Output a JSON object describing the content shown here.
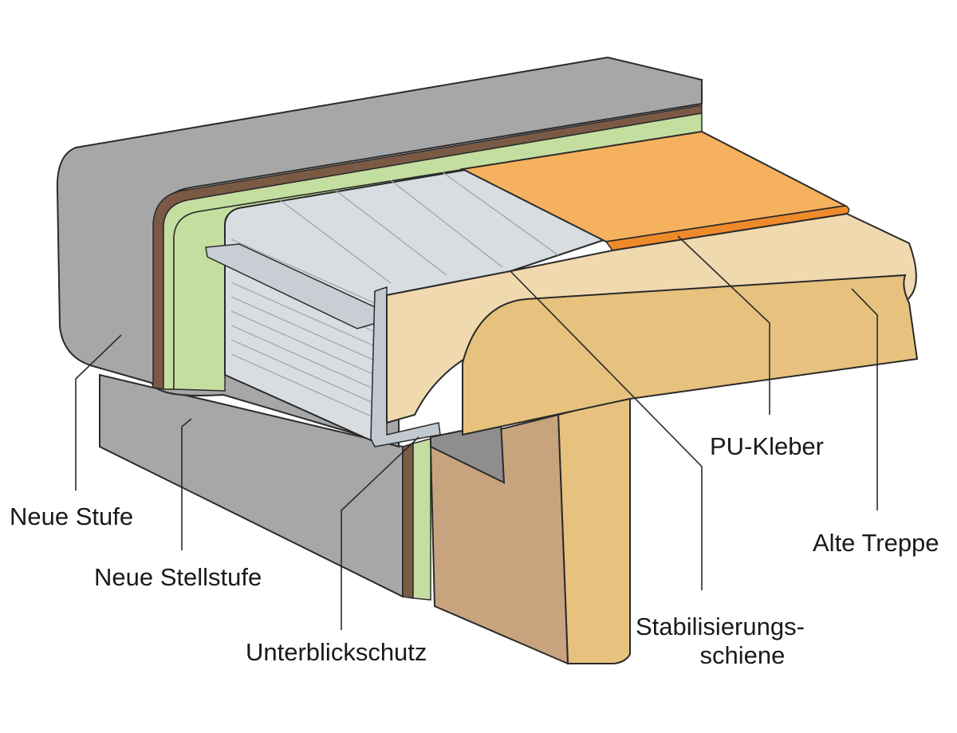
{
  "colors": {
    "neue_stufe": "#a8a7a8",
    "neue_stufe_dark": "#9a999a",
    "verkleidung_green": "#c4dea0",
    "brown_edge": "#7a5a44",
    "aluminium": "#d8dde2",
    "aluminium_dark": "#a9b0b8",
    "kleber": "#f6b15f",
    "kleber_edge": "#ef8a2a",
    "alte_treppe_top": "#f0d9ae",
    "alte_treppe_front": "#e6c27e",
    "alte_treppe_cut": "#c8a47e"
  },
  "labels": {
    "neue_stufe": "Neue Stufe",
    "neue_stellstufe": "Neue Stellstufe",
    "unterblickschutz": "Unterblickschutz",
    "pu_kleber": "PU-Kleber",
    "stabilisierungsschiene_line1": "Stabilisierungs-",
    "stabilisierungsschiene_line2": "schiene",
    "alte_treppe": "Alte Treppe"
  }
}
